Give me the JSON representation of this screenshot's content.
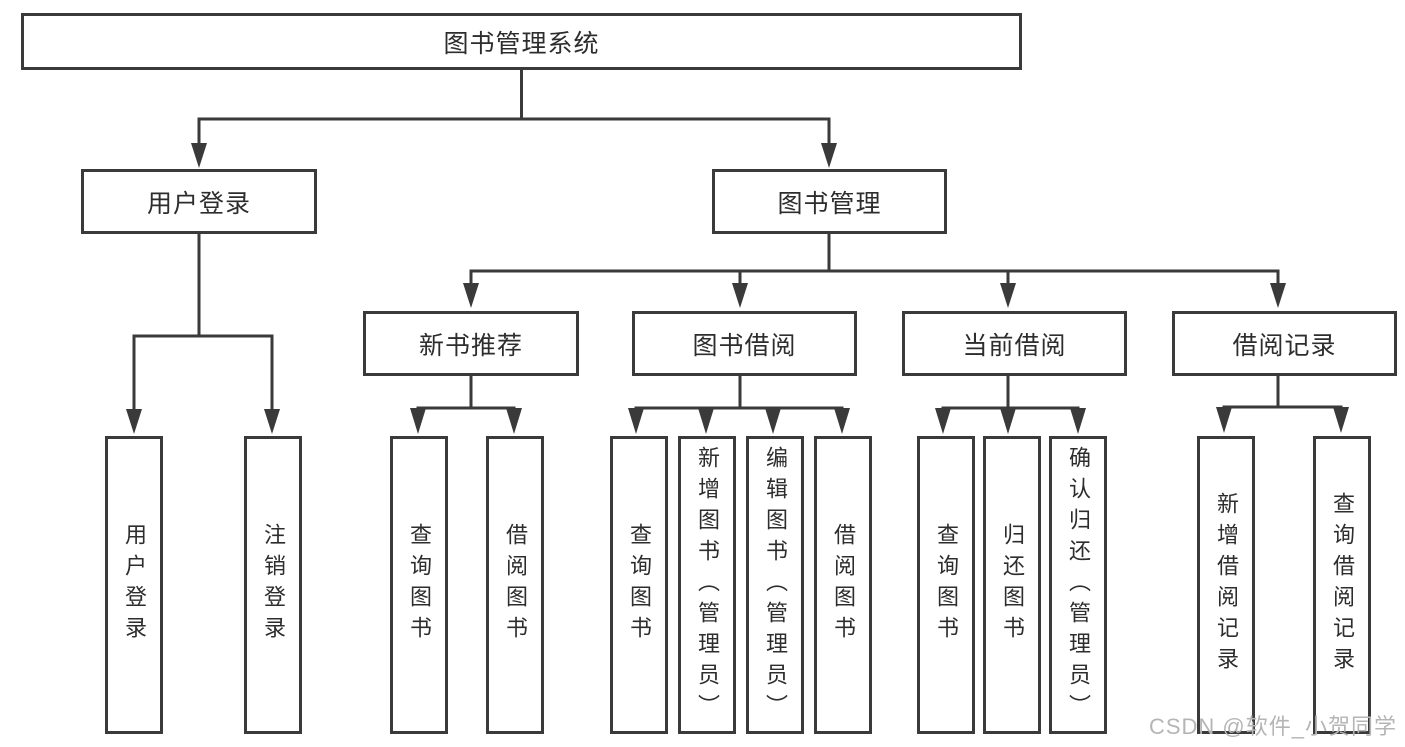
{
  "tree": {
    "root": {
      "label": "图书管理系统"
    },
    "branches": [
      {
        "label": "用户登录",
        "leaves": [
          {
            "label": "用户登录"
          },
          {
            "label": "注销登录"
          }
        ]
      },
      {
        "label": "图书管理",
        "sections": [
          {
            "label": "新书推荐",
            "leaves": [
              {
                "label": "查询图书"
              },
              {
                "label": "借阅图书"
              }
            ]
          },
          {
            "label": "图书借阅",
            "leaves": [
              {
                "label": "查询图书"
              },
              {
                "label": "新增图书（管理员）"
              },
              {
                "label": "编辑图书（管理员）"
              },
              {
                "label": "借阅图书"
              }
            ]
          },
          {
            "label": "当前借阅",
            "leaves": [
              {
                "label": "查询图书"
              },
              {
                "label": "归还图书"
              },
              {
                "label": "确认归还（管理员）"
              }
            ]
          },
          {
            "label": "借阅记录",
            "leaves": [
              {
                "label": "新增借阅记录"
              },
              {
                "label": "查询借阅记录"
              }
            ]
          }
        ]
      }
    ]
  },
  "watermark": {
    "text": "CSDN @软件_小贺同学"
  },
  "colors": {
    "line": "#3a3a3a",
    "box_border": "#3a3a3a",
    "text": "#2d2d2d",
    "watermark": "#b5b5b5",
    "background": "#ffffff"
  }
}
